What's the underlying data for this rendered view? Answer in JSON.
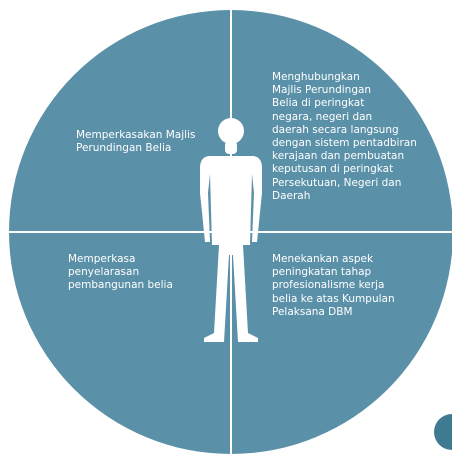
{
  "colors": {
    "circle_fill": "#5b91a8",
    "divider": "#ffffff",
    "silhouette": "#ffffff",
    "text": "#ffffff",
    "corner_circle": "#3f7a91"
  },
  "quadrants": {
    "top_left": {
      "lines": [
        "Memperkasakan Majlis",
        "Perundingan Belia"
      ]
    },
    "top_right": {
      "lines": [
        "Menghubungkan",
        "Majlis Perundingan",
        "Belia di peringkat",
        "negara, negeri dan",
        "daerah secara langsung",
        "dengan sistem pentadbiran",
        "kerajaan dan pembuatan",
        "keputusan di peringkat",
        "Persekutuan, Negeri dan",
        "Daerah"
      ]
    },
    "bottom_left": {
      "lines": [
        "Memperkasa",
        "penyelarasan",
        "pembangunan belia"
      ]
    },
    "bottom_right": {
      "lines": [
        "Menekankan aspek",
        "peningkatan tahap",
        "profesionalisme kerja",
        "belia ke atas Kumpulan",
        "Pelaksana DBM"
      ]
    }
  },
  "icons": {
    "center_figure": "person-silhouette-icon"
  }
}
